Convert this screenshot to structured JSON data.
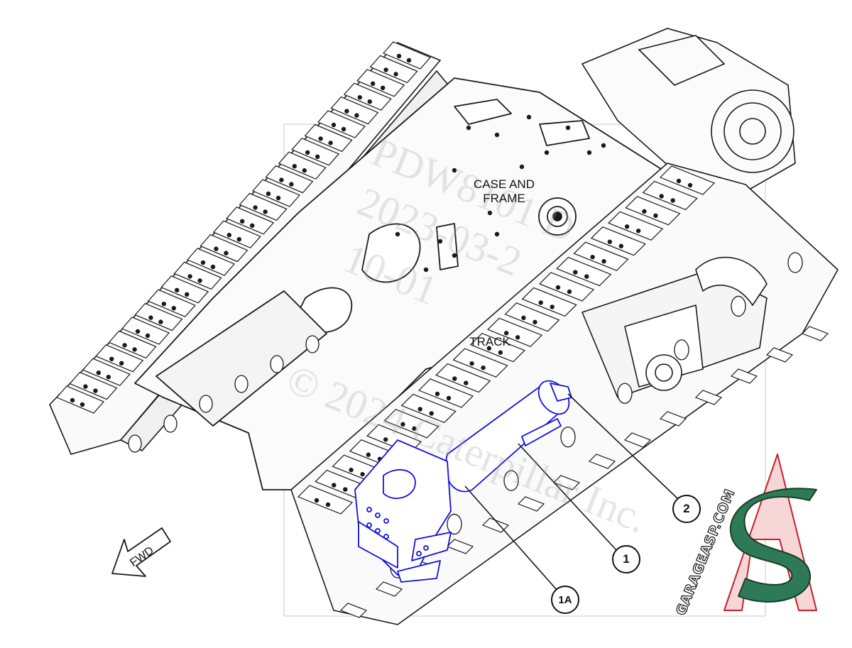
{
  "labels": {
    "case_frame": "CASE AND\nFRAME",
    "track": "TRACK",
    "fwd": "FWD"
  },
  "callouts": {
    "c2": "2",
    "c1": "1",
    "c1a": "1A"
  },
  "watermark_lines": [
    "PDW8101 D",
    "2023-03-2",
    "10-01",
    "© 2024 Caterpillar Inc."
  ],
  "site_text": "GARAGEASP.COM",
  "colors": {
    "line": "#1a1a1a",
    "highlight": "#1010e0",
    "logo_red": "#c8202a",
    "logo_green": "#2f7a56",
    "watermark": "#a0a0a0"
  }
}
